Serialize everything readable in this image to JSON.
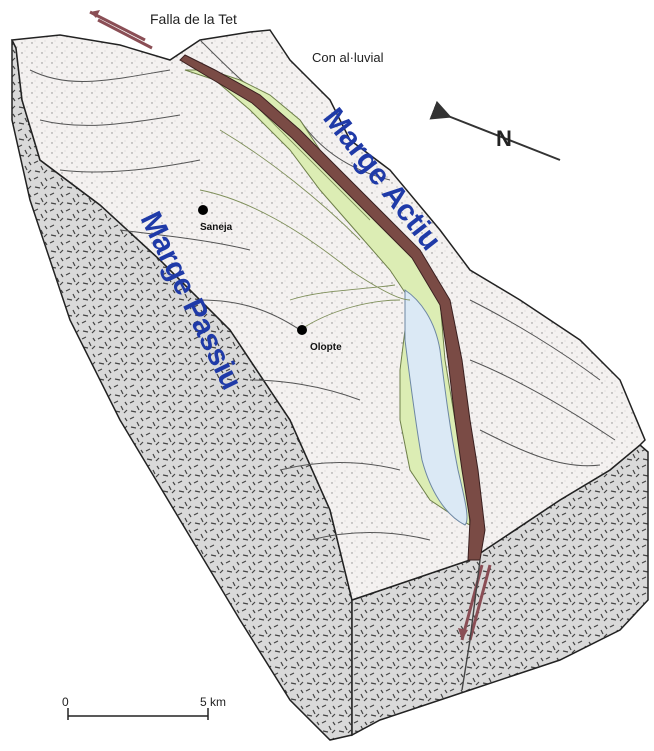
{
  "labels": {
    "fault": "Falla de la Tet",
    "alluvial_fan": "Con al·luvial",
    "north": "N",
    "active_margin": "Marge Actiu",
    "passive_margin": "Marge Passiu"
  },
  "towns": [
    {
      "name": "Saneja"
    },
    {
      "name": "Olopte"
    }
  ],
  "scale_bar": {
    "start_label": "0",
    "end_label": "5 km"
  },
  "colors": {
    "margin_label": "#1f3aa8",
    "basin_fill": "#dcedb4",
    "lake_fill": "#dbe9f5",
    "fault_band": "#7a4b45",
    "block_side": "#d8d8d8",
    "terrain": "#f3efee"
  }
}
